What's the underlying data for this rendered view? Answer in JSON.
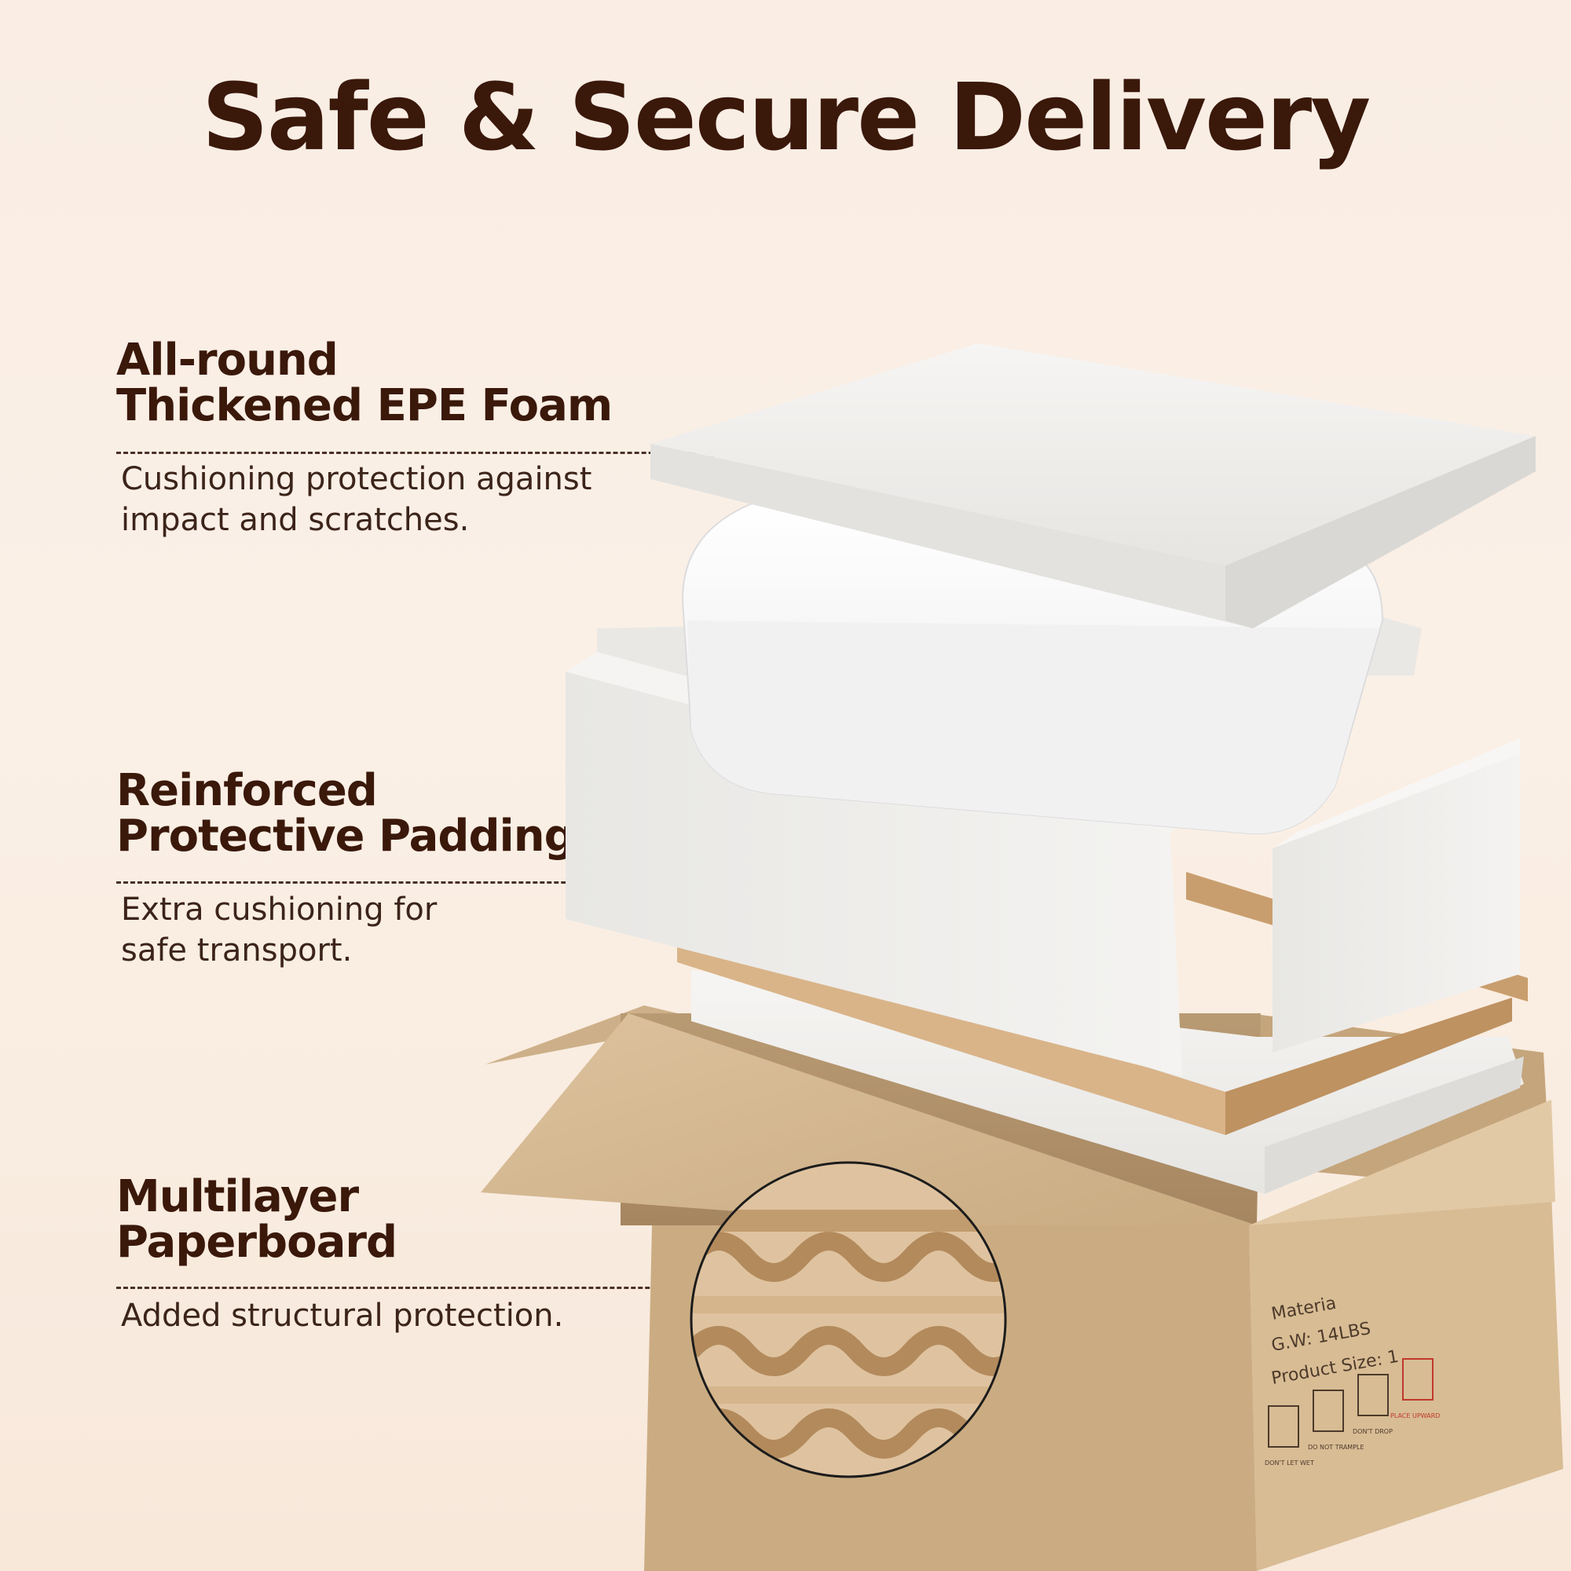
{
  "title": "Safe & Secure Delivery",
  "features": [
    {
      "heading_line1": "All-round",
      "heading_line2": "Thickened EPE Foam",
      "desc_line1": "Cushioning protection against",
      "desc_line2": "impact and scratches."
    },
    {
      "heading_line1": "Reinforced",
      "heading_line2": "Protective Padding",
      "desc_line1": "Extra cushioning for",
      "desc_line2": "safe transport."
    },
    {
      "heading_line1": "Multilayer",
      "heading_line2": "Paperboard",
      "desc_line1": "Added structural protection.",
      "desc_line2": ""
    }
  ],
  "box_label": {
    "material": "Materia",
    "gross_weight": "G.W: 14LBS",
    "product_size": "Product Size: 1",
    "icons": [
      "DON'T LET WET",
      "DO NOT TRAMPLE",
      "DON'T DROP",
      "PLACE UPWARD"
    ]
  },
  "colors": {
    "title": "#3a180a",
    "foam": "#f2f1ef",
    "cardboard": "#d3b690",
    "background": "#f9ede4"
  }
}
